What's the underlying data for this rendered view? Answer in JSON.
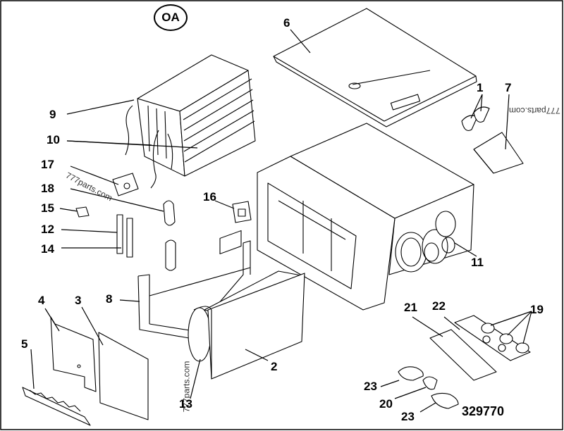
{
  "section_tag": "OA",
  "diagram_id": "329770",
  "watermarks": [
    "777parts.com",
    "777parts.com",
    "777parts.com"
  ],
  "callouts": [
    "1",
    "2",
    "3",
    "4",
    "5",
    "6",
    "7",
    "8",
    "9",
    "10",
    "11",
    "12",
    "13",
    "14",
    "15",
    "16",
    "17",
    "18",
    "19",
    "19",
    "20",
    "21",
    "22",
    "23",
    "23"
  ]
}
